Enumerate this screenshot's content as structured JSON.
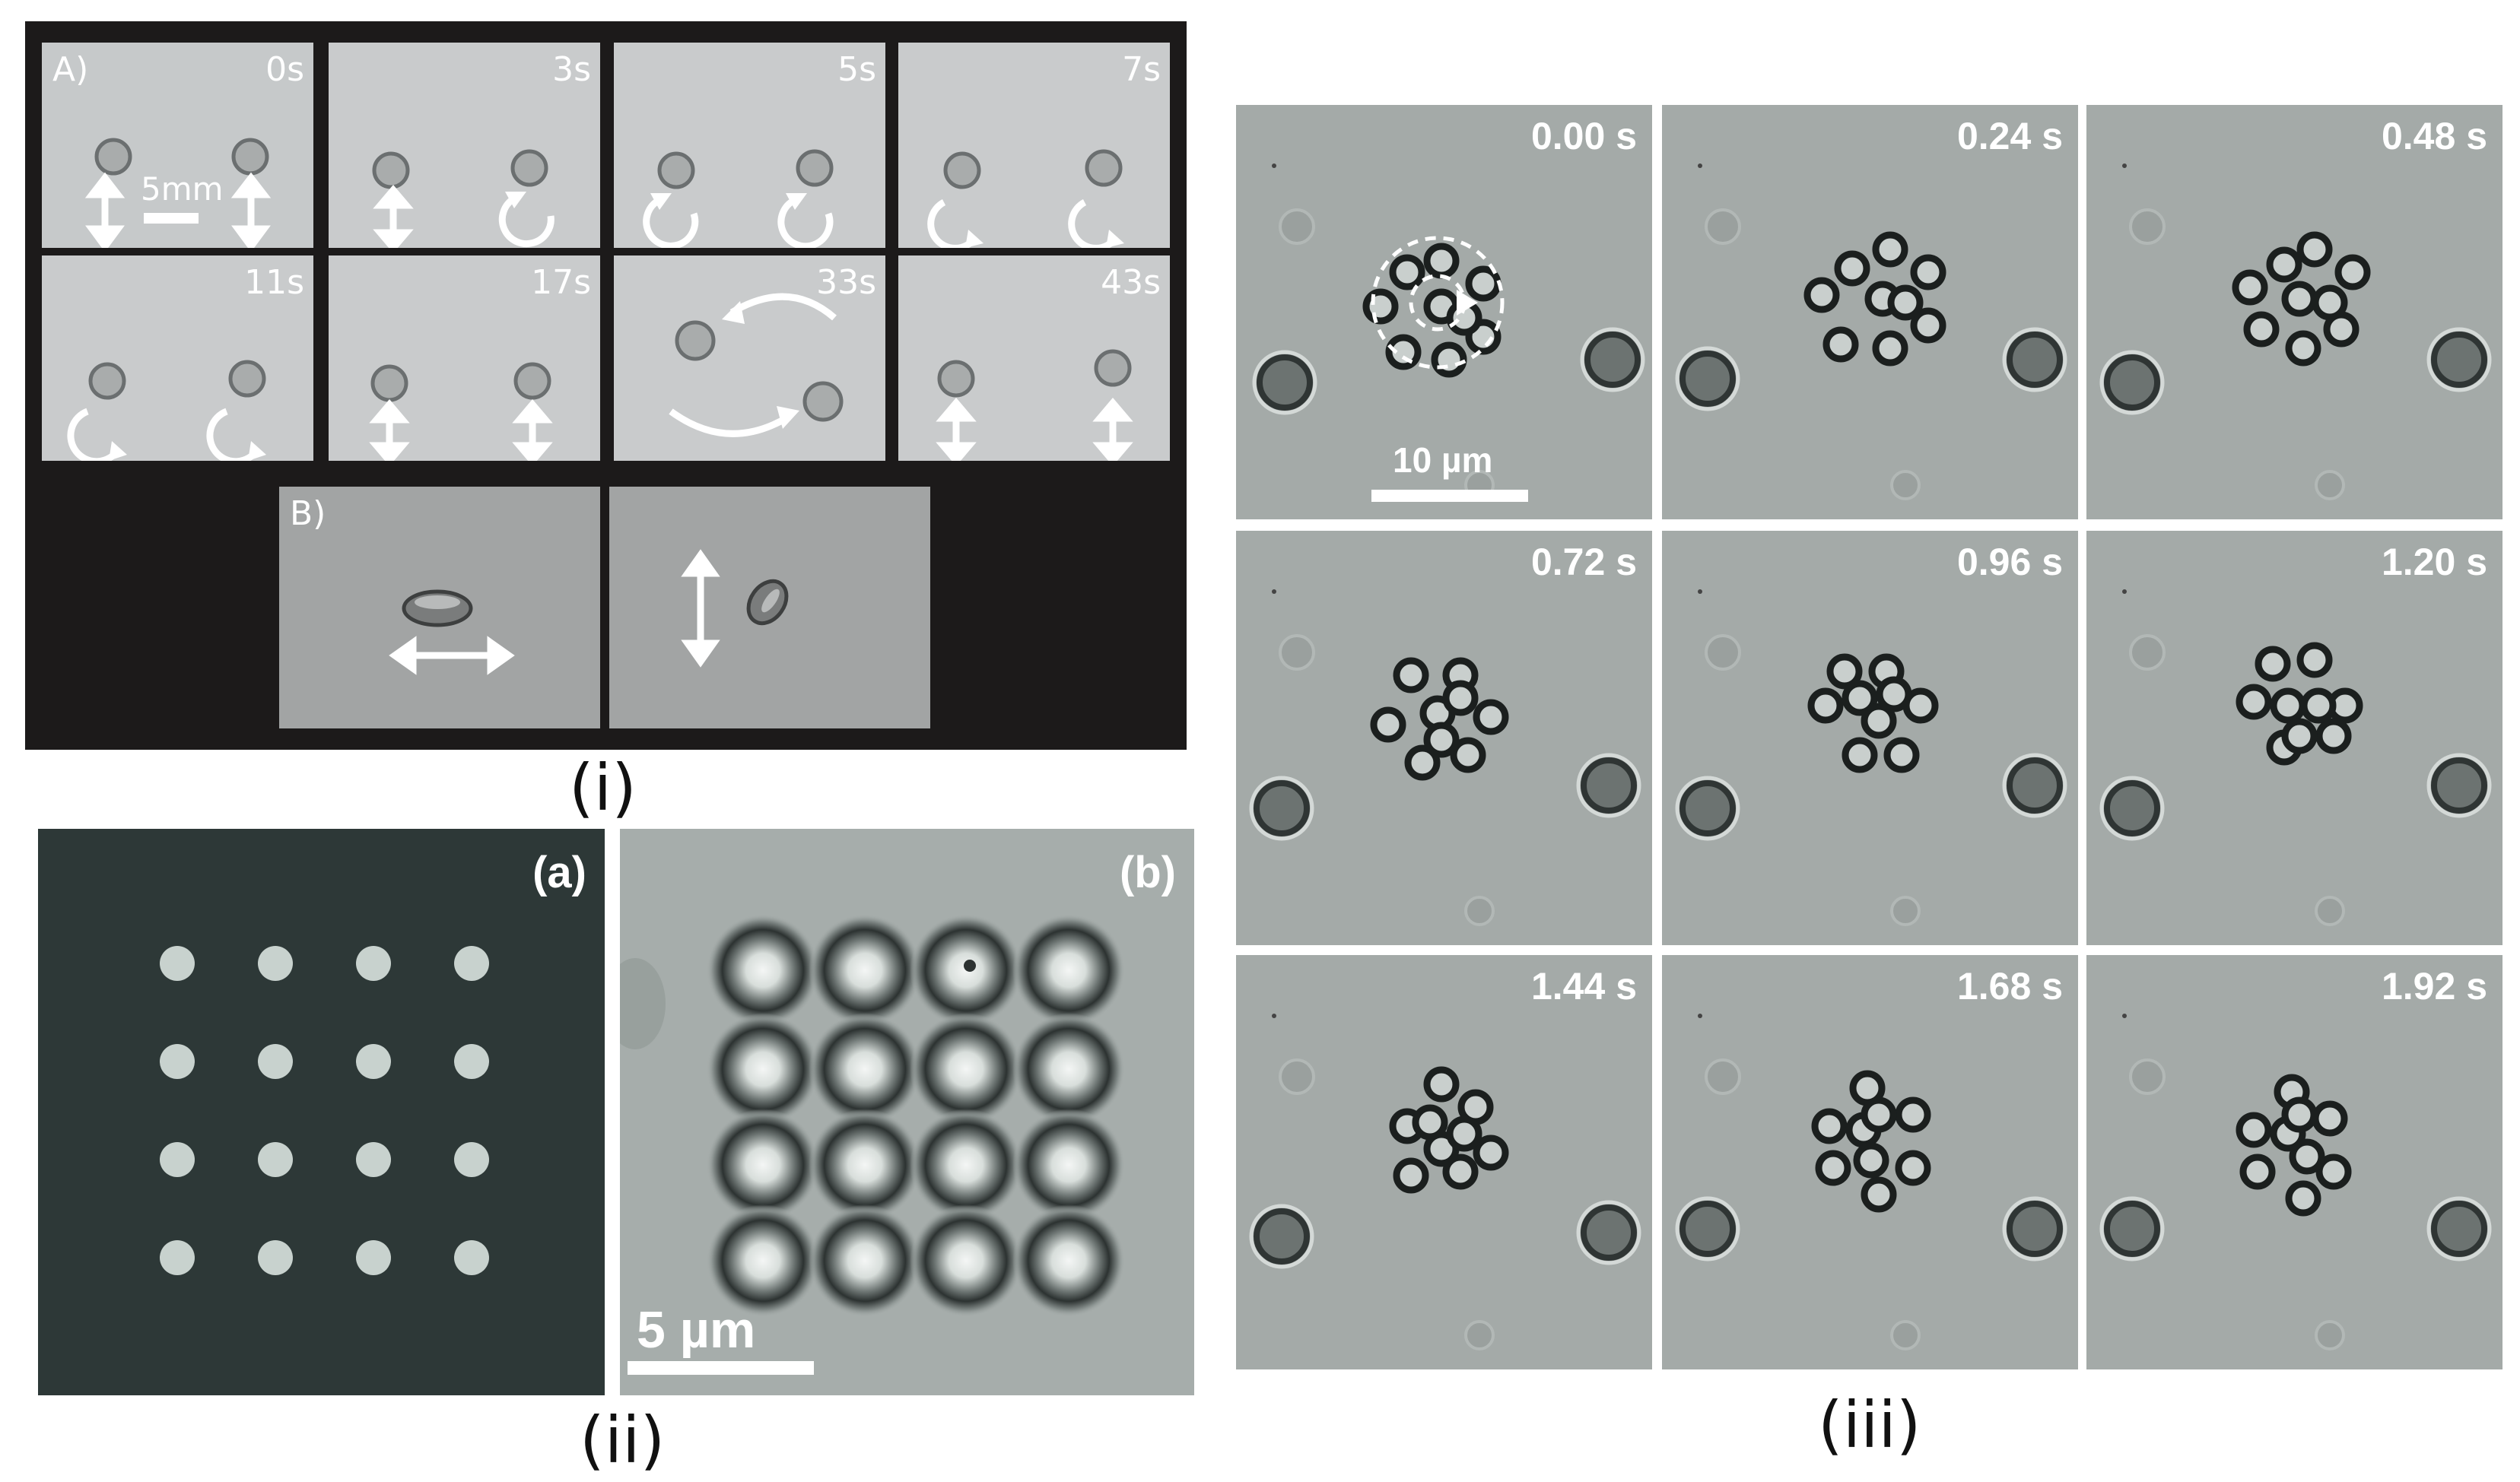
{
  "captions": {
    "i": "(i)",
    "ii": "(ii)",
    "iii": "(iii)"
  },
  "part_i": {
    "label_a": "A)",
    "label_b": "B)",
    "scale_label": "5mm",
    "frames": [
      "0s",
      "3s",
      "5s",
      "7s",
      "11s",
      "17s",
      "33s",
      "43s"
    ]
  },
  "part_ii": {
    "label_a": "(a)",
    "label_b": "(b)",
    "scale_label": "5 µm"
  },
  "part_iii": {
    "scale_label": "10 µm",
    "frames": [
      "0.00 s",
      "0.24 s",
      "0.48 s",
      "0.72 s",
      "0.96 s",
      "1.20 s",
      "1.44 s",
      "1.68 s",
      "1.92 s"
    ]
  },
  "colors": {
    "panel_i_bg": "#1c1a1a",
    "frame_i_bg": "#c9cbcc",
    "panel_ii_dark": "#2d3837",
    "panel_ii_spot": "#c8d2ce",
    "frame_iii_bg": "#a4aaa8"
  }
}
